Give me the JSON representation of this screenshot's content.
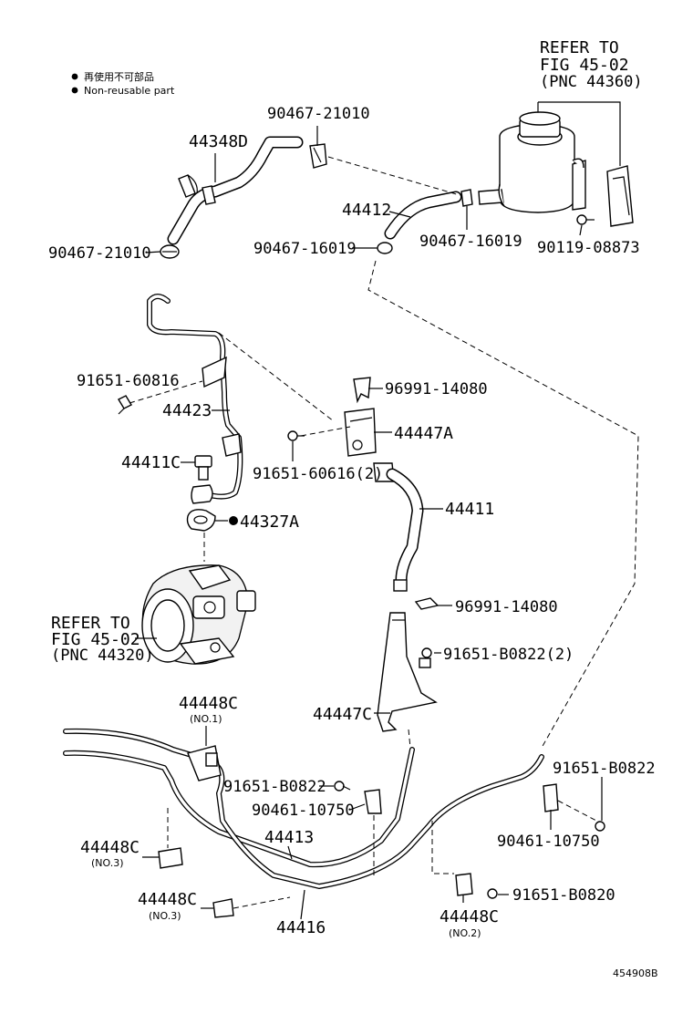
{
  "legend": {
    "bullet_icon": "filled-circle",
    "line_jp": "再使用不可部品",
    "line_en": "Non-reusable part"
  },
  "refer_reservoir": {
    "line1": "REFER TO",
    "line2": "FIG 45-02",
    "line3": "(PNC 44360)"
  },
  "refer_pump": {
    "line1": "REFER TO",
    "line2": "FIG 45-02",
    "line3": "(PNC 44320)"
  },
  "parts": {
    "p44348D": "44348D",
    "p90467_21010_top": "90467-21010",
    "p90467_21010_left": "90467-21010",
    "p44412": "44412",
    "p90467_16019_left": "90467-16019",
    "p90467_16019_right": "90467-16019",
    "p90119_08873": "90119-08873",
    "p91651_60816": "91651-60816",
    "p44423": "44423",
    "p96991_14080_top": "96991-14080",
    "p44447A": "44447A",
    "p44411C": "44411C",
    "p91651_60616": "91651-60616(2)",
    "p44411": "44411",
    "p44327A": "44327A",
    "p96991_14080_mid": "96991-14080",
    "p91651_B0822_2": "91651-B0822(2)",
    "p44447C": "44447C",
    "p44448C_no1": "44448C",
    "p44448C_no1_sub": "(NO.1)",
    "p91651_B0822_mid": "91651-B0822",
    "p90461_10750_mid": "90461-10750",
    "p44413": "44413",
    "p91651_B0822_right": "91651-B0822",
    "p90461_10750_right": "90461-10750",
    "p44448C_no3a": "44448C",
    "p44448C_no3a_sub": "(NO.3)",
    "p44448C_no3b": "44448C",
    "p44448C_no3b_sub": "(NO.3)",
    "p44416": "44416",
    "p91651_B0820": "91651-B0820",
    "p44448C_no2": "44448C",
    "p44448C_no2_sub": "(NO.2)"
  },
  "figure_id": "454908B"
}
